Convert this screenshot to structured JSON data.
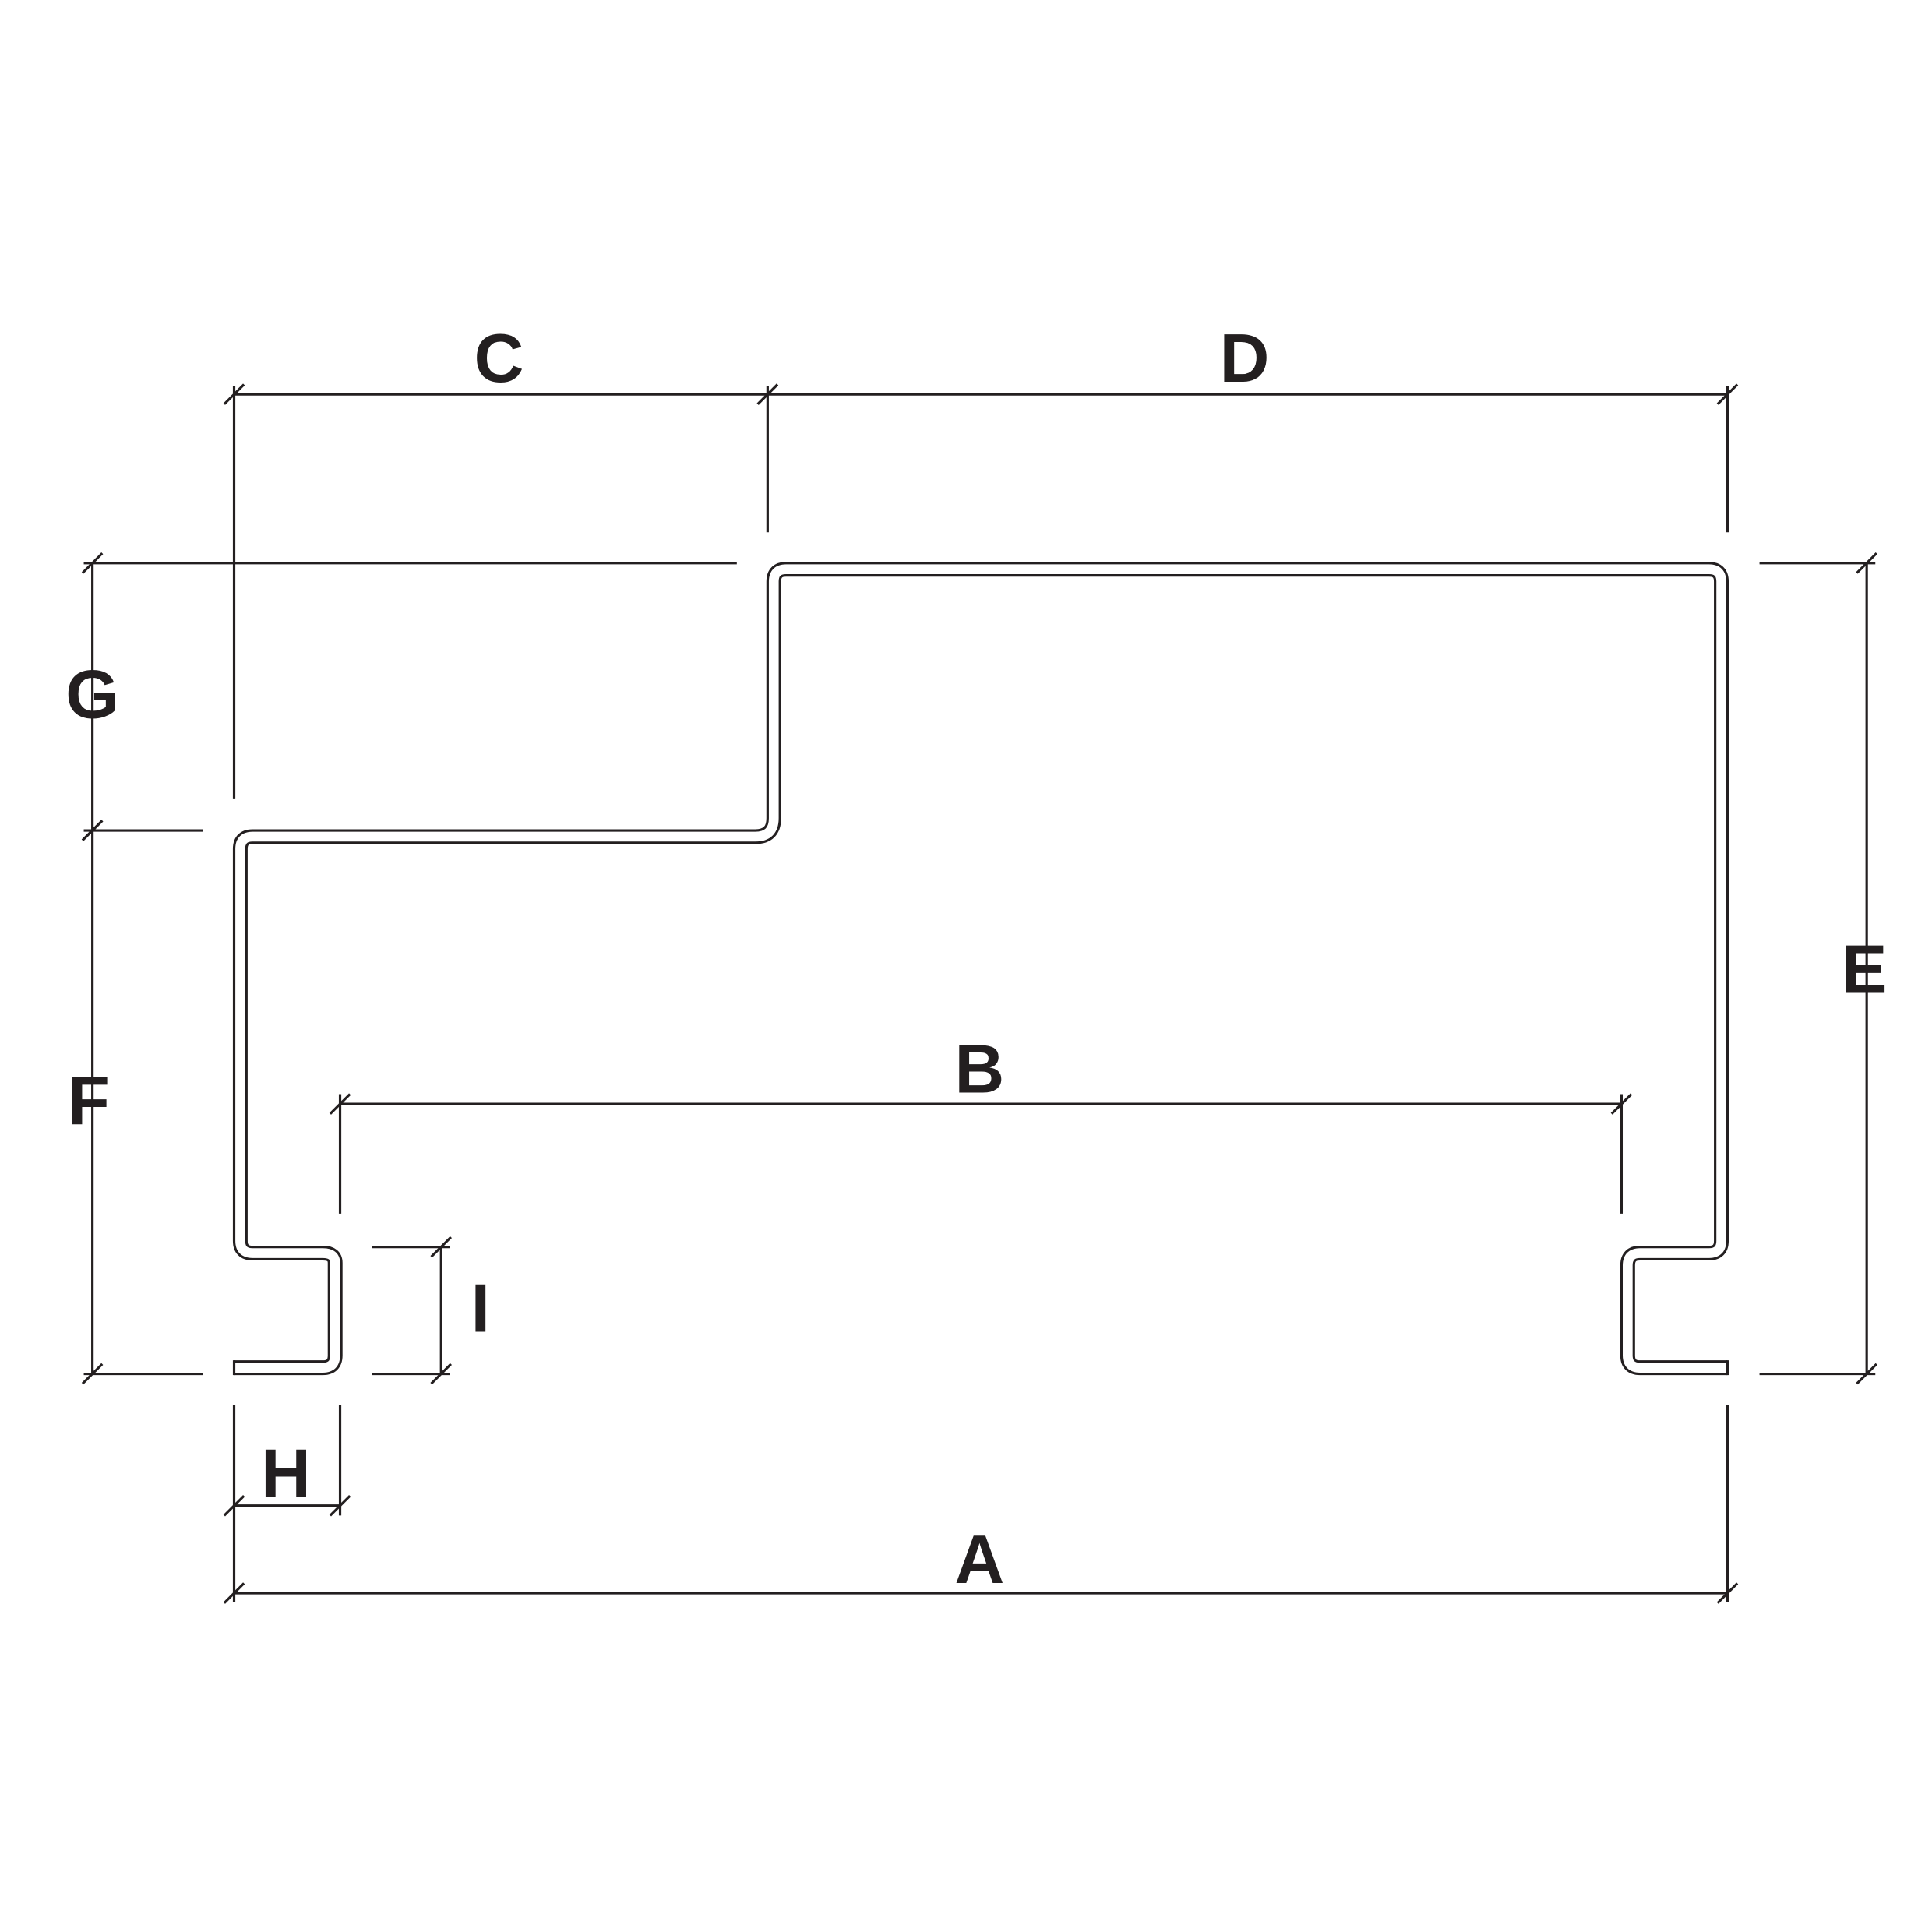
{
  "diagram": {
    "type": "steel-profile-dimension-drawing",
    "labels": {
      "A": "A",
      "B": "B",
      "C": "C",
      "D": "D",
      "E": "E",
      "F": "F",
      "G": "G",
      "H": "H",
      "I": "I"
    },
    "colors": {
      "line": "#231f20",
      "background": "#ffffff"
    }
  }
}
